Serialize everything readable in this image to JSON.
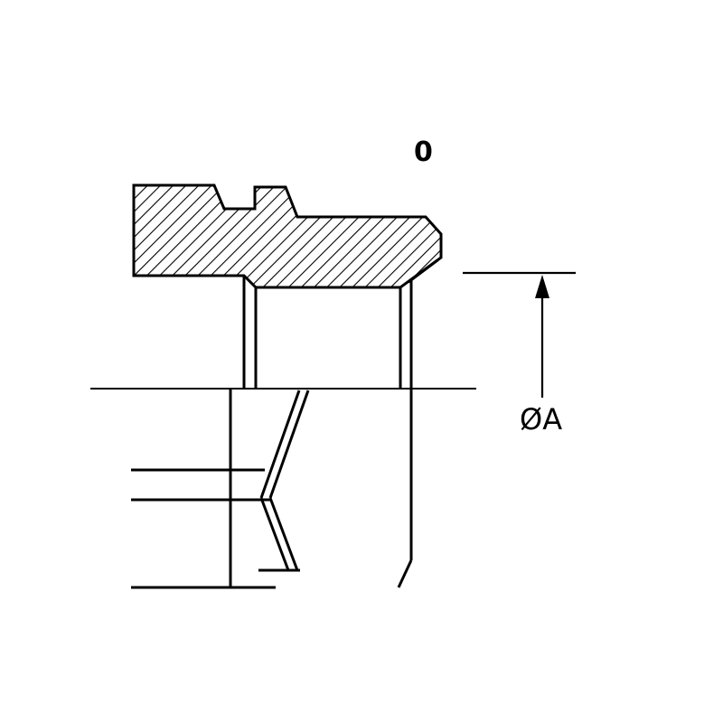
{
  "drawing": {
    "type": "engineering-section-drawing",
    "zero_label": "0",
    "dimension_label": "ØA"
  },
  "colors": {
    "line": "#000000",
    "background": "#ffffff"
  }
}
